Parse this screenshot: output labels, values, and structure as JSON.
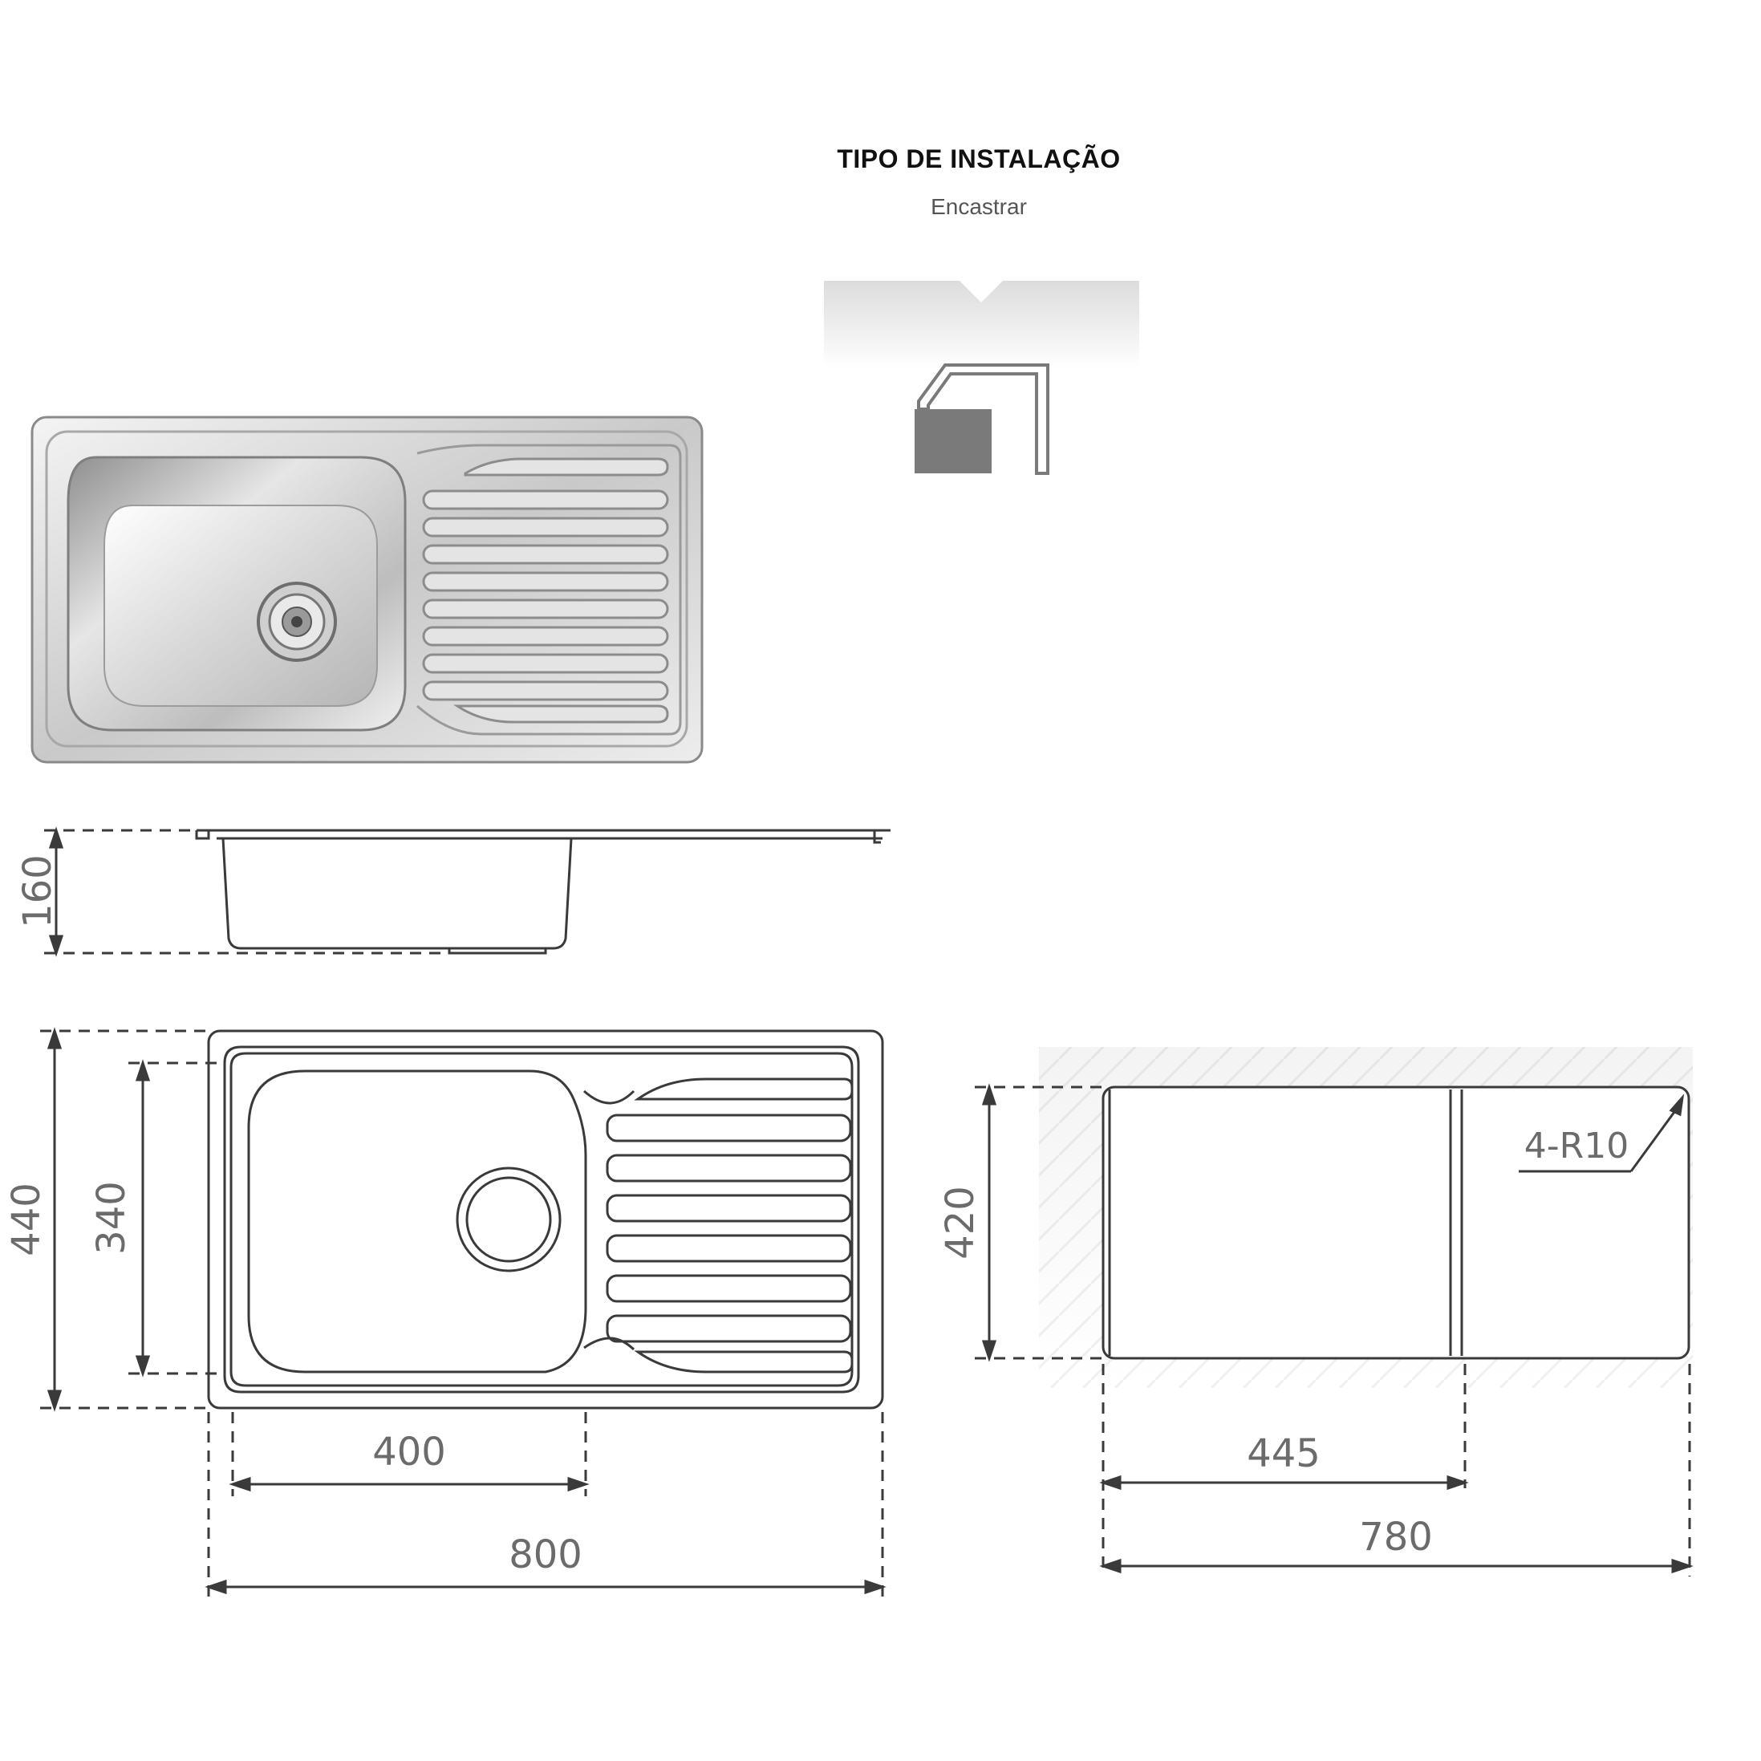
{
  "header": {
    "title": "TIPO DE INSTALAÇÃO",
    "subtitle": "Encastrar"
  },
  "icons": {
    "installation": "inset-sink-install-icon",
    "product_photo": "stainless-sink-photo"
  },
  "dimensions": {
    "depth": "160",
    "width_total": "800",
    "depth_total": "440",
    "bowl_depth": "340",
    "bowl_width": "400",
    "cutout_depth": "420",
    "cutout_bowl_width": "445",
    "cutout_total_width": "780",
    "corner_radius": "4-R10"
  },
  "colors": {
    "line": "#3a3a3a",
    "dim_text": "#6b6b6b",
    "icon_fill": "#7a7a7a",
    "steel_light": "#eeeeee",
    "steel_dark": "#9a9a9a"
  }
}
